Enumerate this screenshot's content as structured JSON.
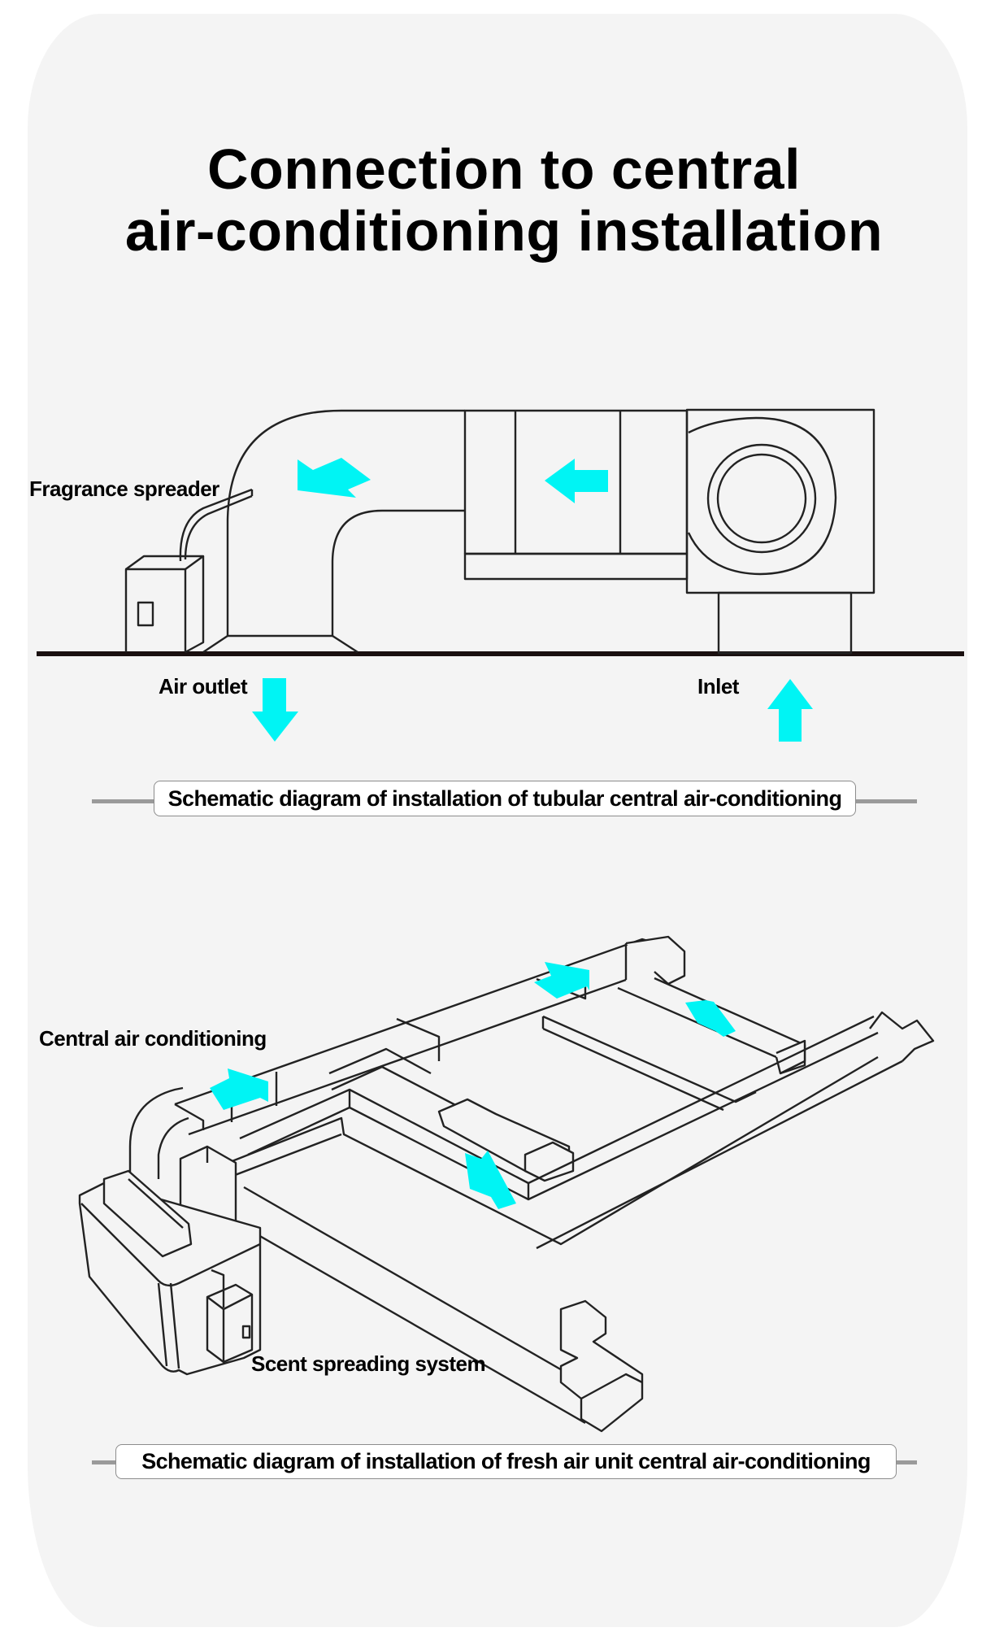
{
  "title": {
    "line1": "Connection to central",
    "line2": "air-conditioning installation"
  },
  "diagram_tubular": {
    "labels": {
      "fragrance_spreader": "Fragrance spreader",
      "air_outlet": "Air outlet",
      "inlet": "Inlet"
    },
    "caption": "Schematic diagram of installation of tubular central air-conditioning",
    "arrow_color": "#00f4f4"
  },
  "diagram_fresh_air": {
    "labels": {
      "central_air_conditioning": "Central air conditioning",
      "scent_spreading_system": "Scent spreading system"
    },
    "caption": "Schematic diagram of installation of fresh air unit central air-conditioning",
    "arrow_color": "#00f4f4"
  }
}
